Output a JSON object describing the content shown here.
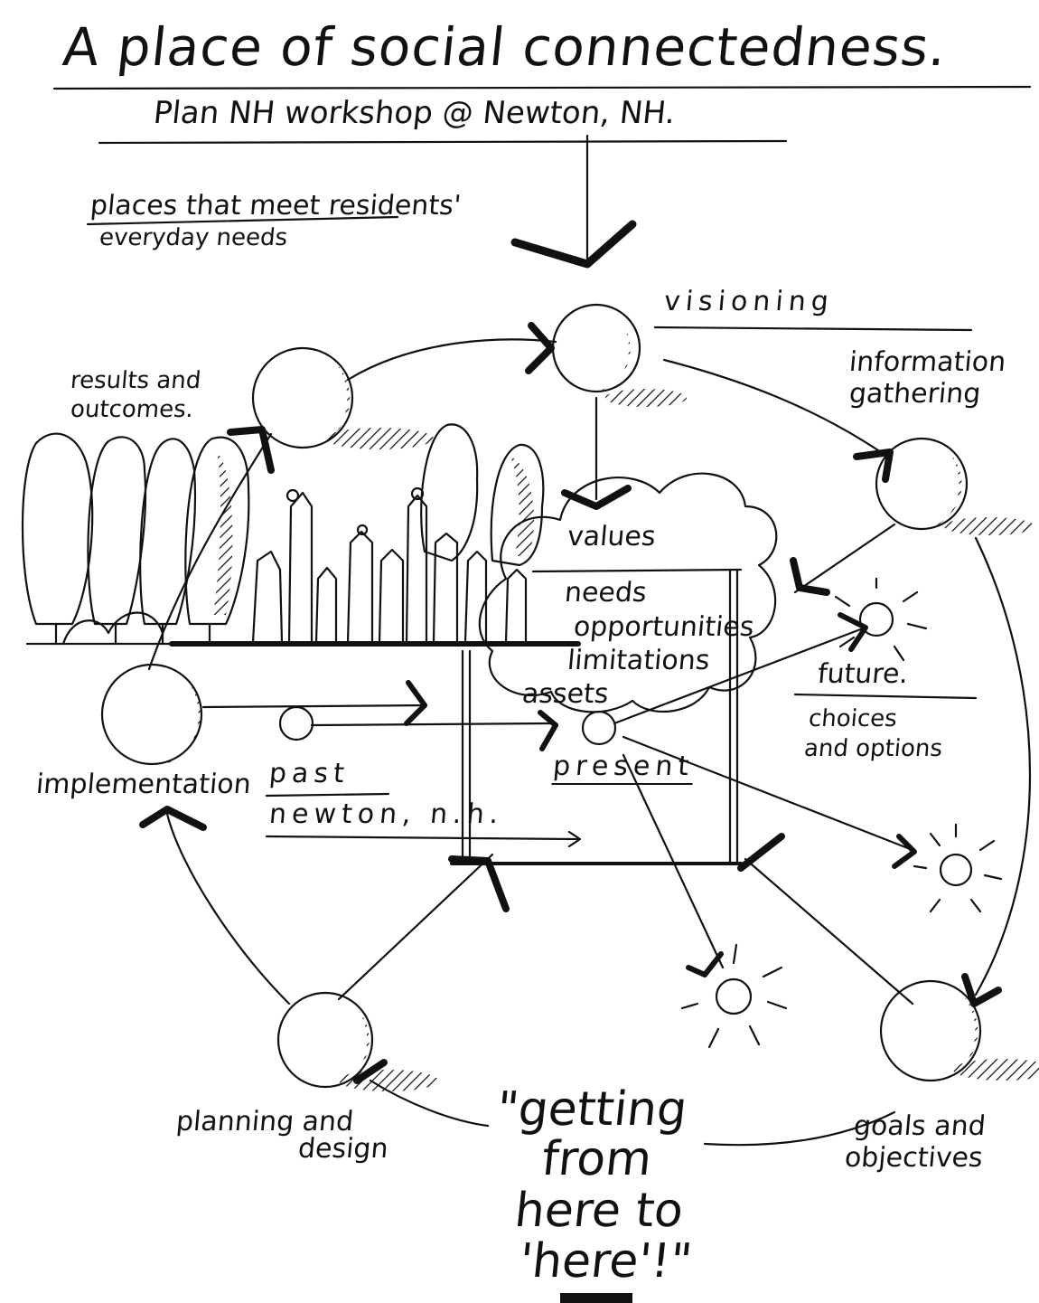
{
  "title": "A place of social connectedness.",
  "subtitle": "Plan NH workshop @ Newton, NH.",
  "note": {
    "line1": "places that meet residents'",
    "line2": "everyday needs"
  },
  "cycle": {
    "visioning": "visioning",
    "information_gathering": {
      "line1": "information",
      "line2": "gathering"
    },
    "goals_objectives": {
      "line1": "goals and",
      "line2": "objectives"
    },
    "planning_design": {
      "line1": "planning and",
      "line2": "design"
    },
    "implementation": "implementation",
    "results_outcomes": {
      "line1": "results and",
      "line2": "outcomes."
    }
  },
  "cloud_items": [
    "values",
    "needs",
    "opportunities",
    "limitations",
    "assets"
  ],
  "timeline": {
    "past": "past",
    "place": "newton, n.h.",
    "present": "present",
    "future": "future.",
    "choices": {
      "line1": "choices",
      "line2": "and options"
    }
  },
  "tagline": {
    "line1": "\"getting",
    "line2": "from",
    "line3": "here to",
    "line4": "'here'!\""
  }
}
